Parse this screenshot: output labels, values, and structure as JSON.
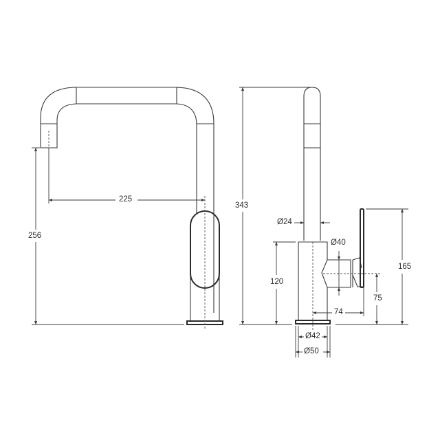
{
  "drawing": {
    "type": "technical dimension drawing",
    "subject": "kitchen mixer tap",
    "views": [
      {
        "name": "front-view",
        "dimensions": {
          "spout_reach": "225",
          "spout_outlet_height": "256"
        }
      },
      {
        "name": "side-view",
        "dimensions": {
          "overall_height": "343",
          "spout_tube_diameter": "Ø24",
          "body_diameter": "Ø40",
          "body_height": "120",
          "lever_height": "165",
          "lever_pivot_height": "75",
          "lever_projection": "74",
          "base_inner_diameter": "Ø42",
          "base_outer_diameter": "Ø50"
        }
      }
    ]
  }
}
